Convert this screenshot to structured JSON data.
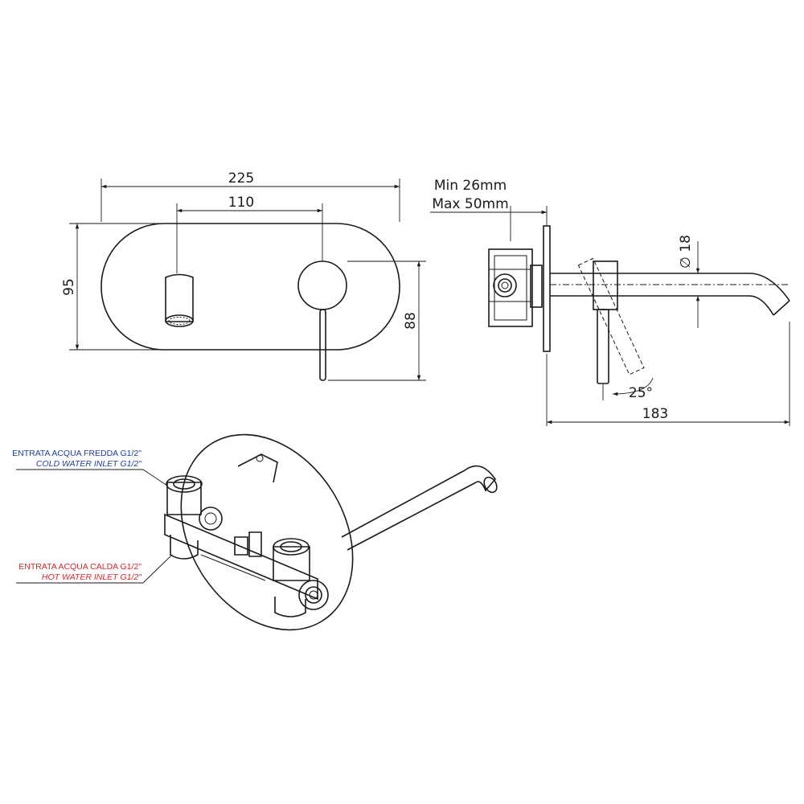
{
  "front_view": {
    "width_overall": "225",
    "centers": "110",
    "height_plate": "95",
    "height_lever": "88"
  },
  "side_view": {
    "wall_min": "Min 26mm",
    "wall_max": "Max 50mm",
    "spout_diameter": "∅ 18",
    "lever_angle": "25°",
    "projection": "183"
  },
  "iso_view": {
    "cold_inlet_it": "ENTRATA ACQUA FREDDA G1/2\"",
    "cold_inlet_en": "COLD WATER INLET G1/2\"",
    "hot_inlet_it": "ENTRATA ACQUA CALDA G1/2\"",
    "hot_inlet_en": "HOT WATER INLET G1/2\"",
    "cold_color": "#1f3fa0",
    "hot_color": "#d22a2a"
  }
}
